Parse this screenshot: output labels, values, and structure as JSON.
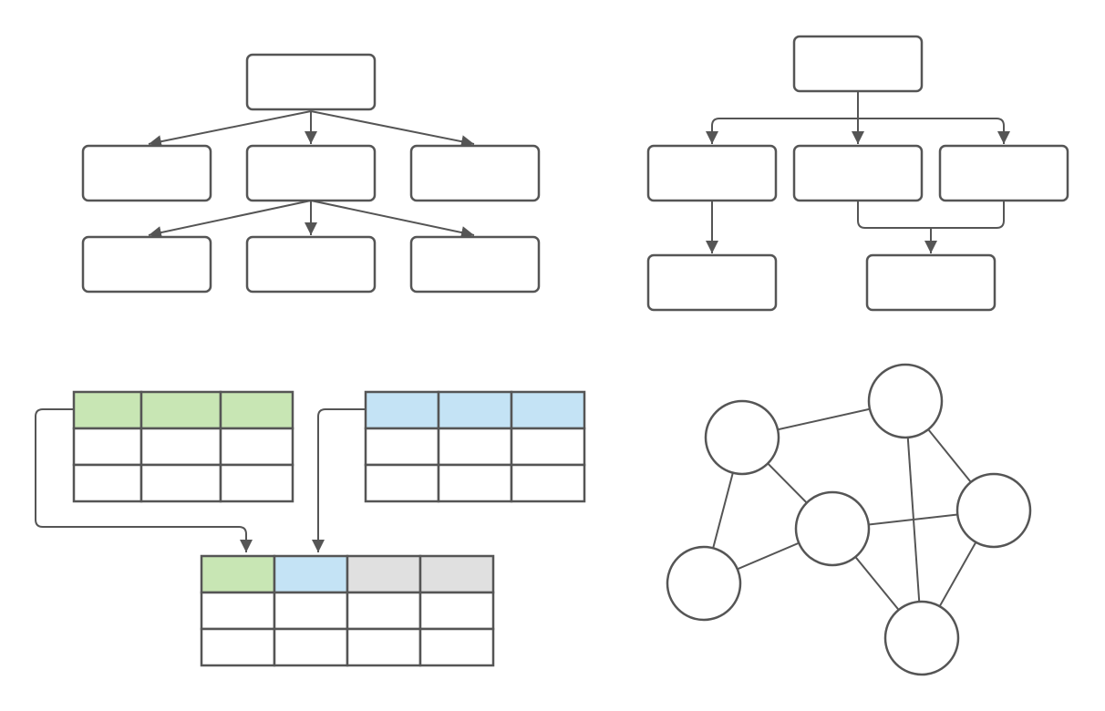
{
  "colors": {
    "stroke": "#555555",
    "background": "#ffffff",
    "green_header": "#c8e6b4",
    "blue_header": "#c4e3f5",
    "gray_header": "#e0e0e0"
  },
  "diagrams": [
    {
      "name": "tree-hierarchy",
      "node_count": 7,
      "levels": [
        1,
        3,
        3
      ],
      "connectors": "straight-arrows"
    },
    {
      "name": "org-chart",
      "node_count": 6,
      "levels": [
        1,
        3,
        2
      ],
      "connectors": "orthogonal-arrows"
    },
    {
      "name": "table-join",
      "tables": [
        {
          "name": "left-table",
          "header": "green",
          "columns": 3,
          "rows": 3
        },
        {
          "name": "right-table",
          "header": "blue",
          "columns": 3,
          "rows": 3
        },
        {
          "name": "joined-table",
          "header": [
            "green",
            "blue",
            "gray",
            "gray"
          ],
          "columns": 4,
          "rows": 3
        }
      ]
    },
    {
      "name": "network-graph",
      "node_count": 6,
      "edge_count": 9
    }
  ]
}
